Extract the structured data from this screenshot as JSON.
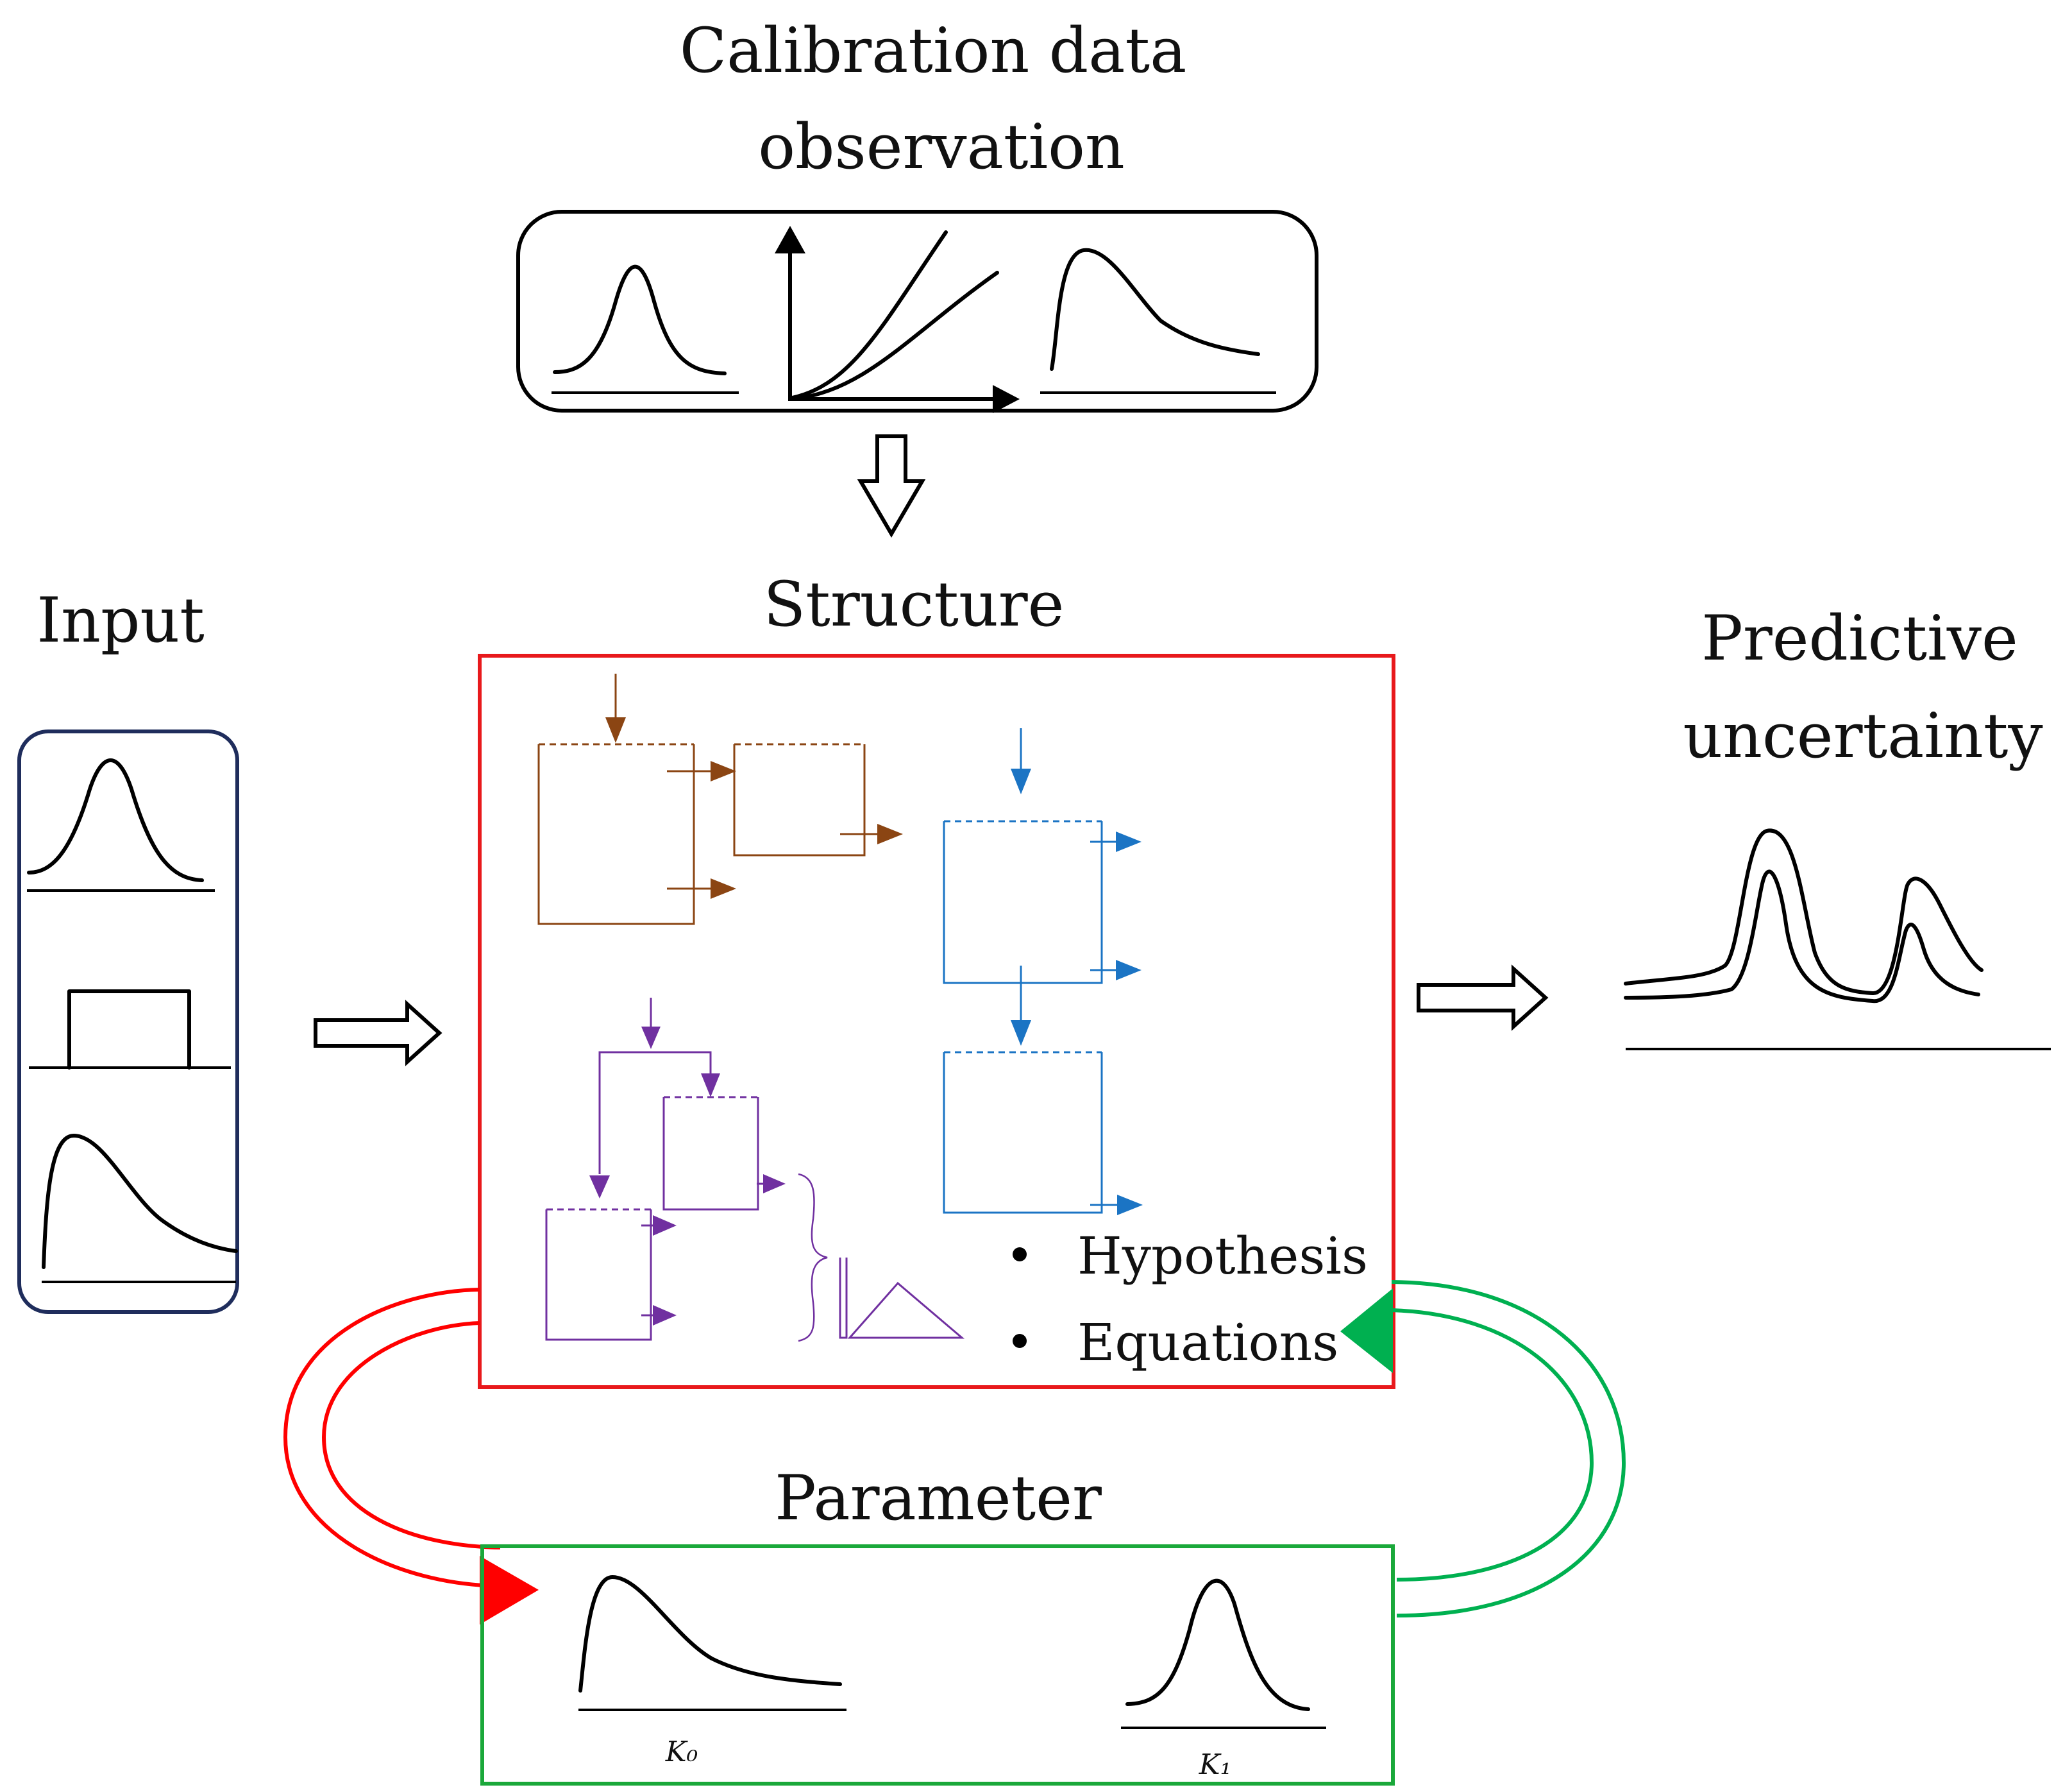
{
  "titles": {
    "calibration_line1": "Calibration data",
    "calibration_line2": "observation",
    "input": "Input",
    "structure": "Structure",
    "predictive_line1": "Predictive",
    "predictive_line2": "uncertainty",
    "parameter": "Parameter"
  },
  "bullets": [
    "Hypothesis",
    "Equations"
  ],
  "parameters": {
    "k0": "K₀",
    "k1": "K₁"
  },
  "colors": {
    "structure_border": "#e8191c",
    "parameter_border": "#1aa83a",
    "input_border": "#1f2d5c",
    "model_brown": "#8b4513",
    "model_blue": "#1b74c4",
    "model_purple": "#7030a0",
    "feedback_red": "#ff0000",
    "feedback_green": "#00b050"
  }
}
